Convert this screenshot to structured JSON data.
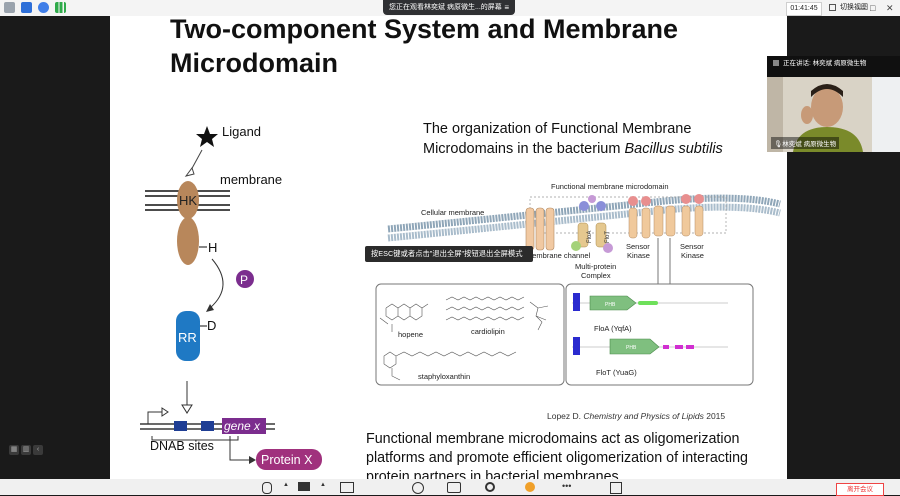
{
  "topbar": {
    "share_notice": "您正在观看林奕斌 病原微生...的屏幕",
    "menu_icon": "menu-icon",
    "clock": "01:41:45",
    "switch_view": "切换视图",
    "minimize": "—",
    "maximize": "□",
    "close": "✕"
  },
  "slide": {
    "title": "Two-component System and Membrane Microdomain",
    "subtitle_line1": "The organization of Functional Membrane",
    "subtitle_line2": "Microdomains in the bacterium ",
    "subtitle_italic": "Bacillus subtilis",
    "citation_author": "Lopez D. ",
    "citation_journal": "Chemistry and Physics of Lipids",
    "citation_year": " 2015",
    "bottom_text": "Functional membrane microdomains act as oligomerization platforms and promote efficient oligomerization of interacting protein partners in bacterial membranes",
    "left_diagram": {
      "ligand": "Ligand",
      "membrane": "membrane",
      "hk": "HK",
      "h": "H",
      "p": "P",
      "rr": "RR",
      "d": "D",
      "dnab": "DNAB sites",
      "gene": "gene x",
      "protein": "Protein X"
    },
    "right_figure": {
      "fmm_label": "Functional membrane microdomain",
      "cell_membrane": "Cellular membrane",
      "membrane_channel": "Membrane channel",
      "floa": "FloA",
      "flot": "FloT",
      "multi_protein": "Multi-protein",
      "complex": "Complex",
      "sensor1": "Sensor",
      "kinase1": "Kinase",
      "sensor2": "Sensor",
      "kinase2": "Kinase",
      "hopene": "hopene",
      "cardiolipin": "cardiolipin",
      "staphyloxanthin": "staphyloxanthin",
      "phb": "PHB",
      "floa_gene": "FloA (YqfA)",
      "flot_gene": "FloT (YuaG)"
    }
  },
  "tooltip": "按ESC键或者点击\"退出全屏\"按钮退出全屏模式",
  "video": {
    "speaking": "正在讲话: 林奕斌 病原微生物",
    "name": "林奕斌 病原微生物"
  },
  "bottombar": {
    "end_meeting": "离开会议"
  },
  "colors": {
    "hk": "#b8875b",
    "rr": "#1f79c4",
    "phospho": "#7b2d8e",
    "protein_x": "#a0317d",
    "gene_box": "#7b2d8e"
  }
}
